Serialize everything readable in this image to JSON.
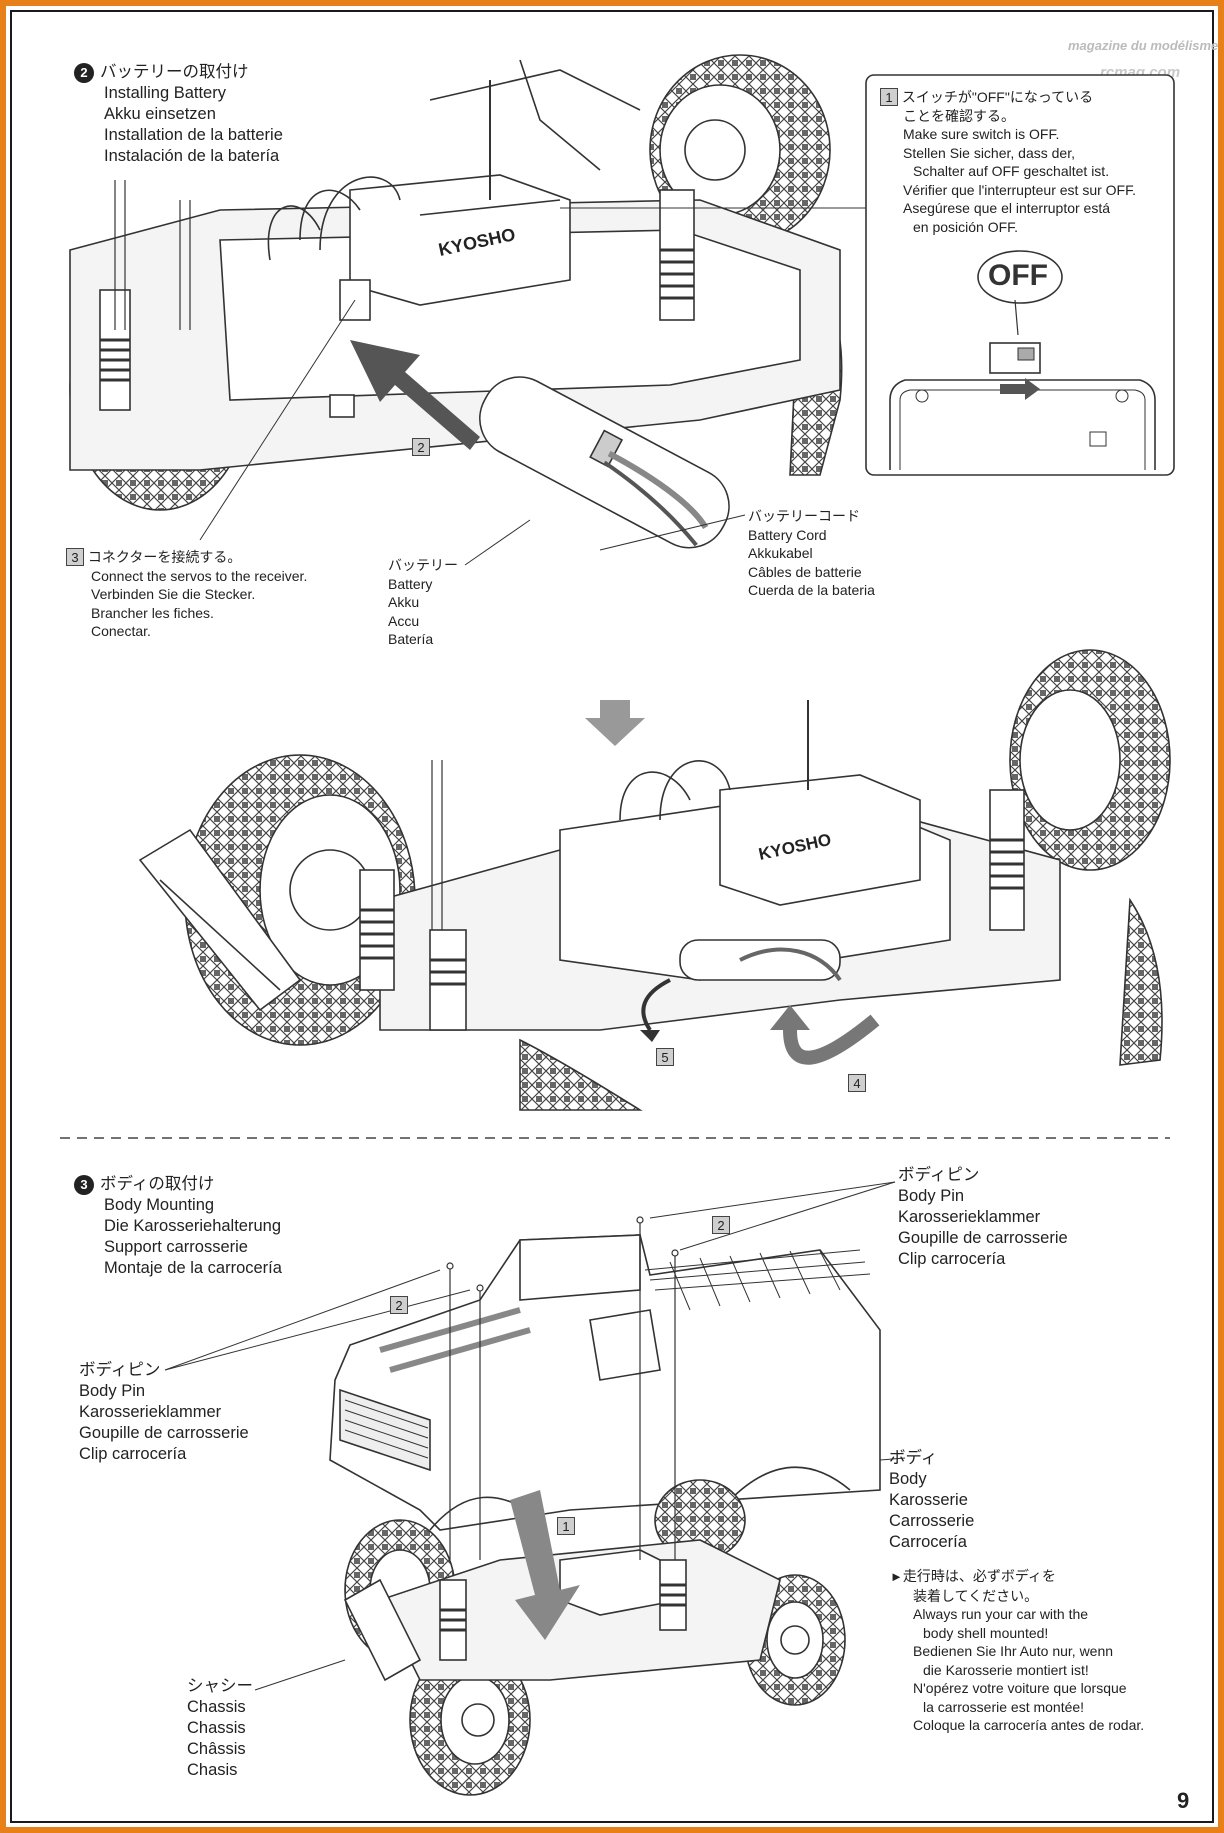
{
  "page_number": "9",
  "watermark": {
    "site": "rcmag.com",
    "tagline": "magazine du modélisme"
  },
  "section2": {
    "number": "2",
    "title_lines": [
      "バッテリーの取付け",
      "Installing Battery",
      "Akku einsetzen",
      "Installation de la batterie",
      "Instalación de la batería"
    ],
    "step1": {
      "number": "1",
      "lines": [
        "スイッチが\"OFF\"になっている",
        "ことを確認する。",
        "Make sure switch is OFF.",
        "Stellen Sie sicher, dass der,",
        "Schalter auf OFF geschaltet ist.",
        "Vérifier que l'interrupteur est sur OFF.",
        "Asegúrese que el interruptor está",
        "en posición OFF."
      ],
      "off_label": "OFF"
    },
    "step2_label": "2",
    "step3": {
      "number": "3",
      "lines": [
        "コネクターを接続する。",
        "Connect the servos to the receiver.",
        "Verbinden Sie die Stecker.",
        "Brancher les fiches.",
        "Conectar."
      ]
    },
    "battery_labels": [
      "バッテリー",
      "Battery",
      "Akku",
      "Accu",
      "Batería"
    ],
    "battery_cord_labels": [
      "バッテリーコード",
      "Battery Cord",
      "Akkukabel",
      "Câbles de batterie",
      "Cuerda de la bateria"
    ],
    "step4_label": "4",
    "step5_label": "5",
    "brand_text": "KYOSHO"
  },
  "section3": {
    "number": "3",
    "title_lines": [
      "ボディの取付け",
      "Body Mounting",
      "Die Karosseriehalterung",
      "Support carrosserie",
      "Montaje de la carrocería"
    ],
    "body_pin_right": [
      "ボディピン",
      "Body Pin",
      "Karosserieklammer",
      "Goupille de carrosserie",
      "Clip carrocería"
    ],
    "body_pin_left": [
      "ボディピン",
      "Body Pin",
      "Karosserieklammer",
      "Goupille de carrosserie",
      "Clip carrocería"
    ],
    "body_labels": [
      "ボディ",
      "Body",
      "Karosserie",
      "Carrosserie",
      "Carrocería"
    ],
    "chassis_labels": [
      "シャシー",
      "Chassis",
      "Chassis",
      "Châssis",
      "Chasis"
    ],
    "pin_step_label": "2",
    "mount_step_label": "1",
    "caution_lines": [
      "走行時は、必ずボディを",
      "装着してください。",
      "Always run your car with the",
      "body shell mounted!",
      "Bedienen Sie Ihr Auto nur, wenn",
      "die Karosserie montiert ist!",
      "N'opérez votre voiture que lorsque",
      "la carrosserie est montée!",
      "Coloque la carrocería antes de rodar."
    ],
    "caution_marker": "►"
  }
}
